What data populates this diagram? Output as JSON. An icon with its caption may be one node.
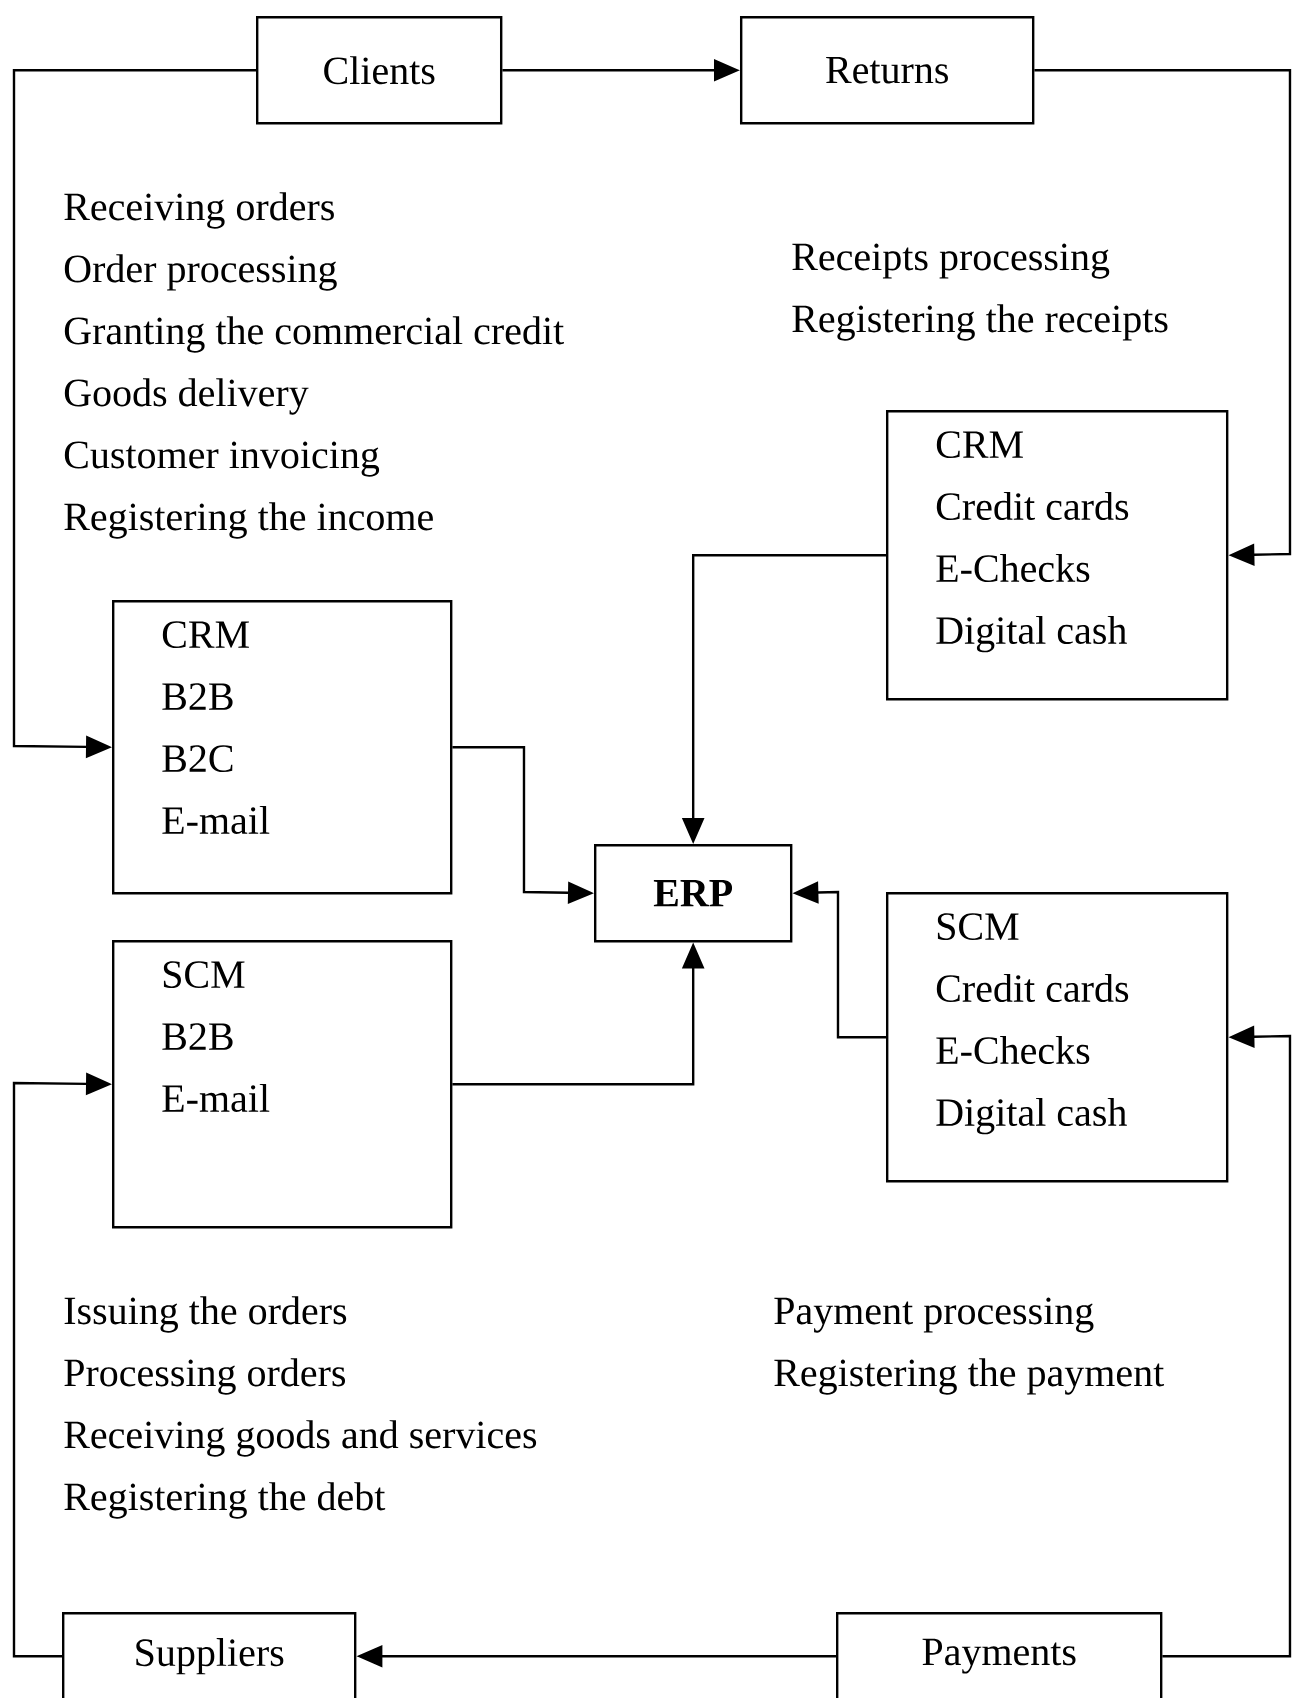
{
  "diagram": {
    "nodes": [
      {
        "text": [
          "Clients"
        ]
      },
      {
        "text": [
          "Returns"
        ]
      },
      {
        "text": [
          "CRM",
          "Credit cards",
          "E-Checks",
          "Digital cash"
        ]
      },
      {
        "text": [
          "CRM",
          "B2B",
          "B2C",
          "E-mail"
        ]
      },
      {
        "text": [
          "ERP"
        ]
      },
      {
        "text": [
          "SCM",
          "Credit cards",
          "E-Checks",
          "Digital cash"
        ]
      },
      {
        "text": [
          "SCM",
          "B2B",
          "E-mail"
        ]
      },
      {
        "text": [
          "Suppliers"
        ]
      },
      {
        "text": [
          "Payments"
        ]
      }
    ],
    "edges": [
      {
        "from": 0,
        "to": 1,
        "arrow": "to"
      },
      {
        "from": 0,
        "to": 3,
        "arrow": "to"
      },
      {
        "from": 1,
        "to": 2,
        "arrow": "to"
      },
      {
        "from": 2,
        "to": 4,
        "arrow": "to"
      },
      {
        "from": 3,
        "to": 4,
        "arrow": "to"
      },
      {
        "from": 6,
        "to": 4,
        "arrow": "to"
      },
      {
        "from": 5,
        "to": 4,
        "arrow": "to"
      },
      {
        "from": 8,
        "to": 5,
        "arrow": "to"
      },
      {
        "from": 8,
        "to": 7,
        "arrow": "to"
      },
      {
        "from": 7,
        "to": 6,
        "arrow": "to"
      }
    ],
    "labels": [
      "Receiving orders",
      "Order processing",
      "Granting the commercial credit",
      "Goods delivery",
      "Customer invoicing",
      "Registering the income",
      "Receipts processing",
      "Registering the receipts",
      "Issuing the orders",
      "Processing orders",
      "Receiving goods and services",
      "Registering the debt",
      "Payment processing",
      "Registering the payment"
    ]
  }
}
